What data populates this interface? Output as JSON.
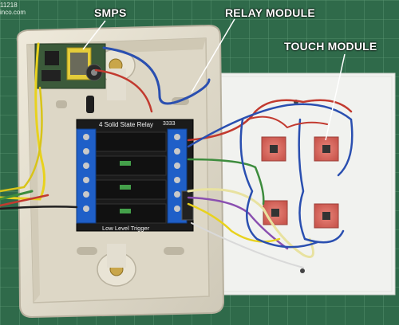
{
  "labels": {
    "smps": "SMPS",
    "relay_module": "RELAY MODULE",
    "touch_module": "TOUCH MODULE"
  },
  "board": {
    "top_text": "4 Solid State Relay",
    "bottom_text": "Low Level Trigger",
    "chip_text": "3333"
  },
  "mat_corner": {
    "line1": "11218",
    "line2": "inco.com"
  },
  "colors": {
    "cutting_mat": "#2f6a4a",
    "enclosure": "#e6e1d2",
    "lid": "#f1f2ef",
    "relay_board": "#1b1b1b",
    "terminal_blocks": "#1f5fc8",
    "touch_pads": "#d9685e",
    "callout_text": "#ffffff"
  }
}
